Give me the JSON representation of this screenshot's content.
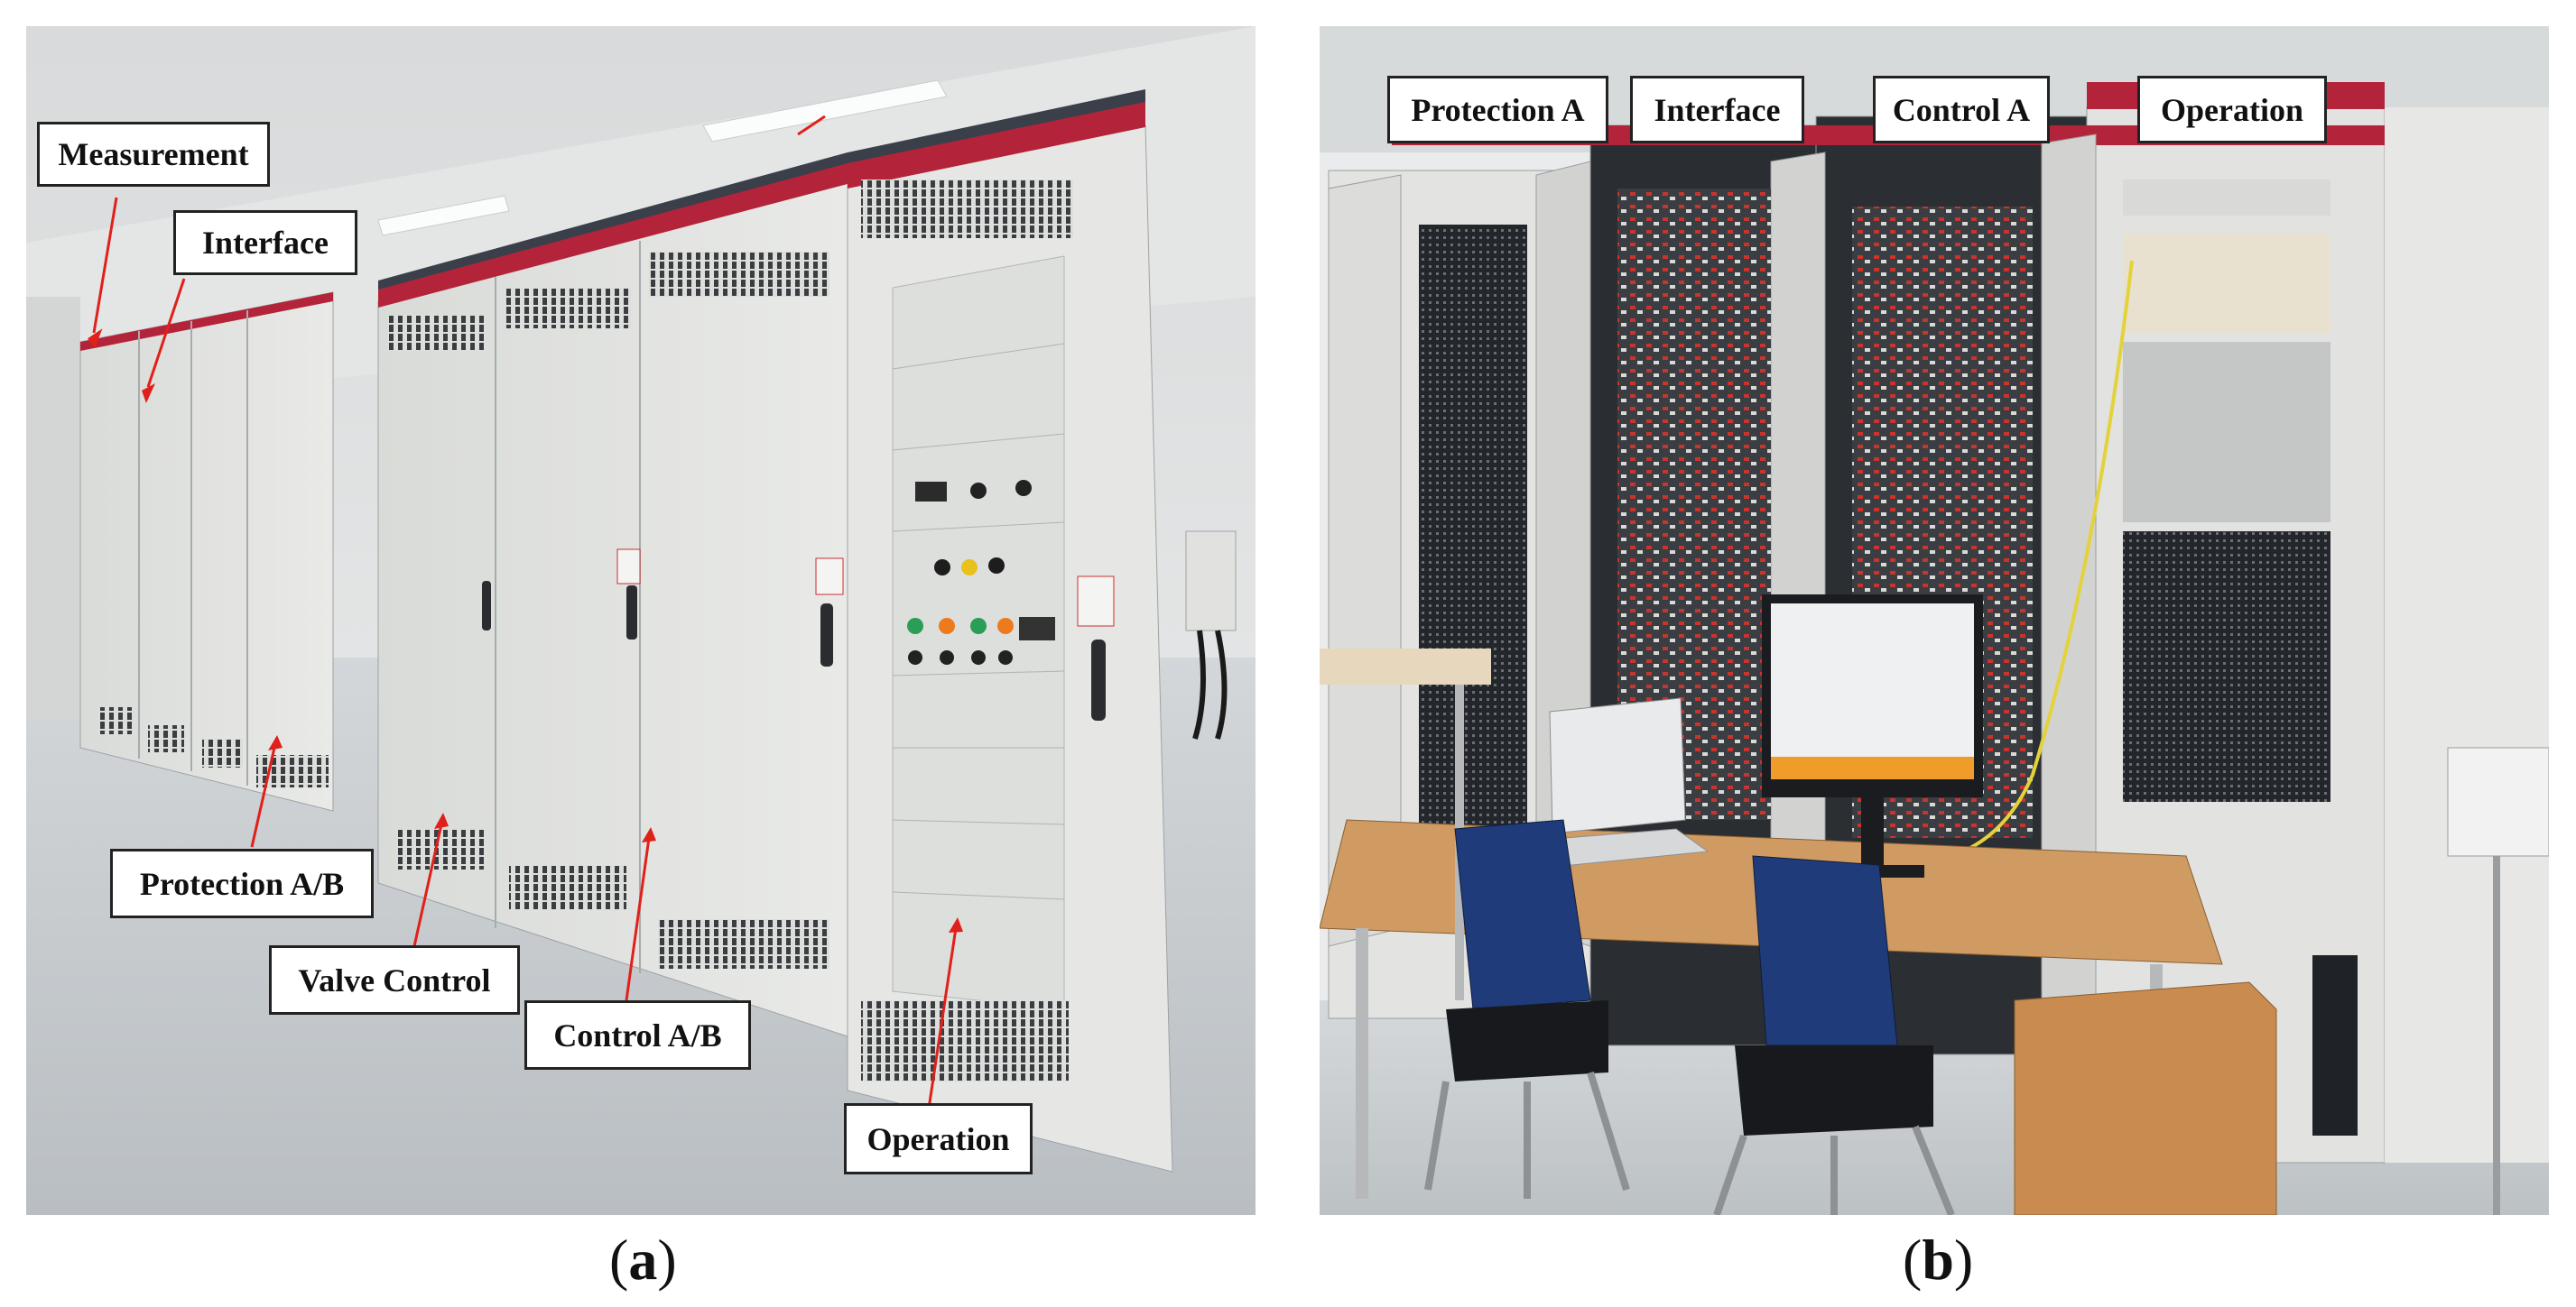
{
  "panel_a": {
    "caption_letter": "a",
    "labels": {
      "measurement": "Measurement",
      "interface": "Interface",
      "protection": "Protection A/B",
      "valve_control": "Valve Control",
      "control": "Control A/B",
      "operation": "Operation"
    }
  },
  "panel_b": {
    "caption_letter": "b",
    "labels": {
      "protection_a": "Protection A",
      "interface": "Interface",
      "control_a": "Control A",
      "operation": "Operation"
    }
  },
  "colors": {
    "cabinet_body": "#dfe1de",
    "cabinet_red_band": "#b3243a",
    "arrow": "#e0201b",
    "floor": "#c9ced2",
    "wood": "#c98b4f",
    "chair_blue": "#1f3b7a"
  }
}
